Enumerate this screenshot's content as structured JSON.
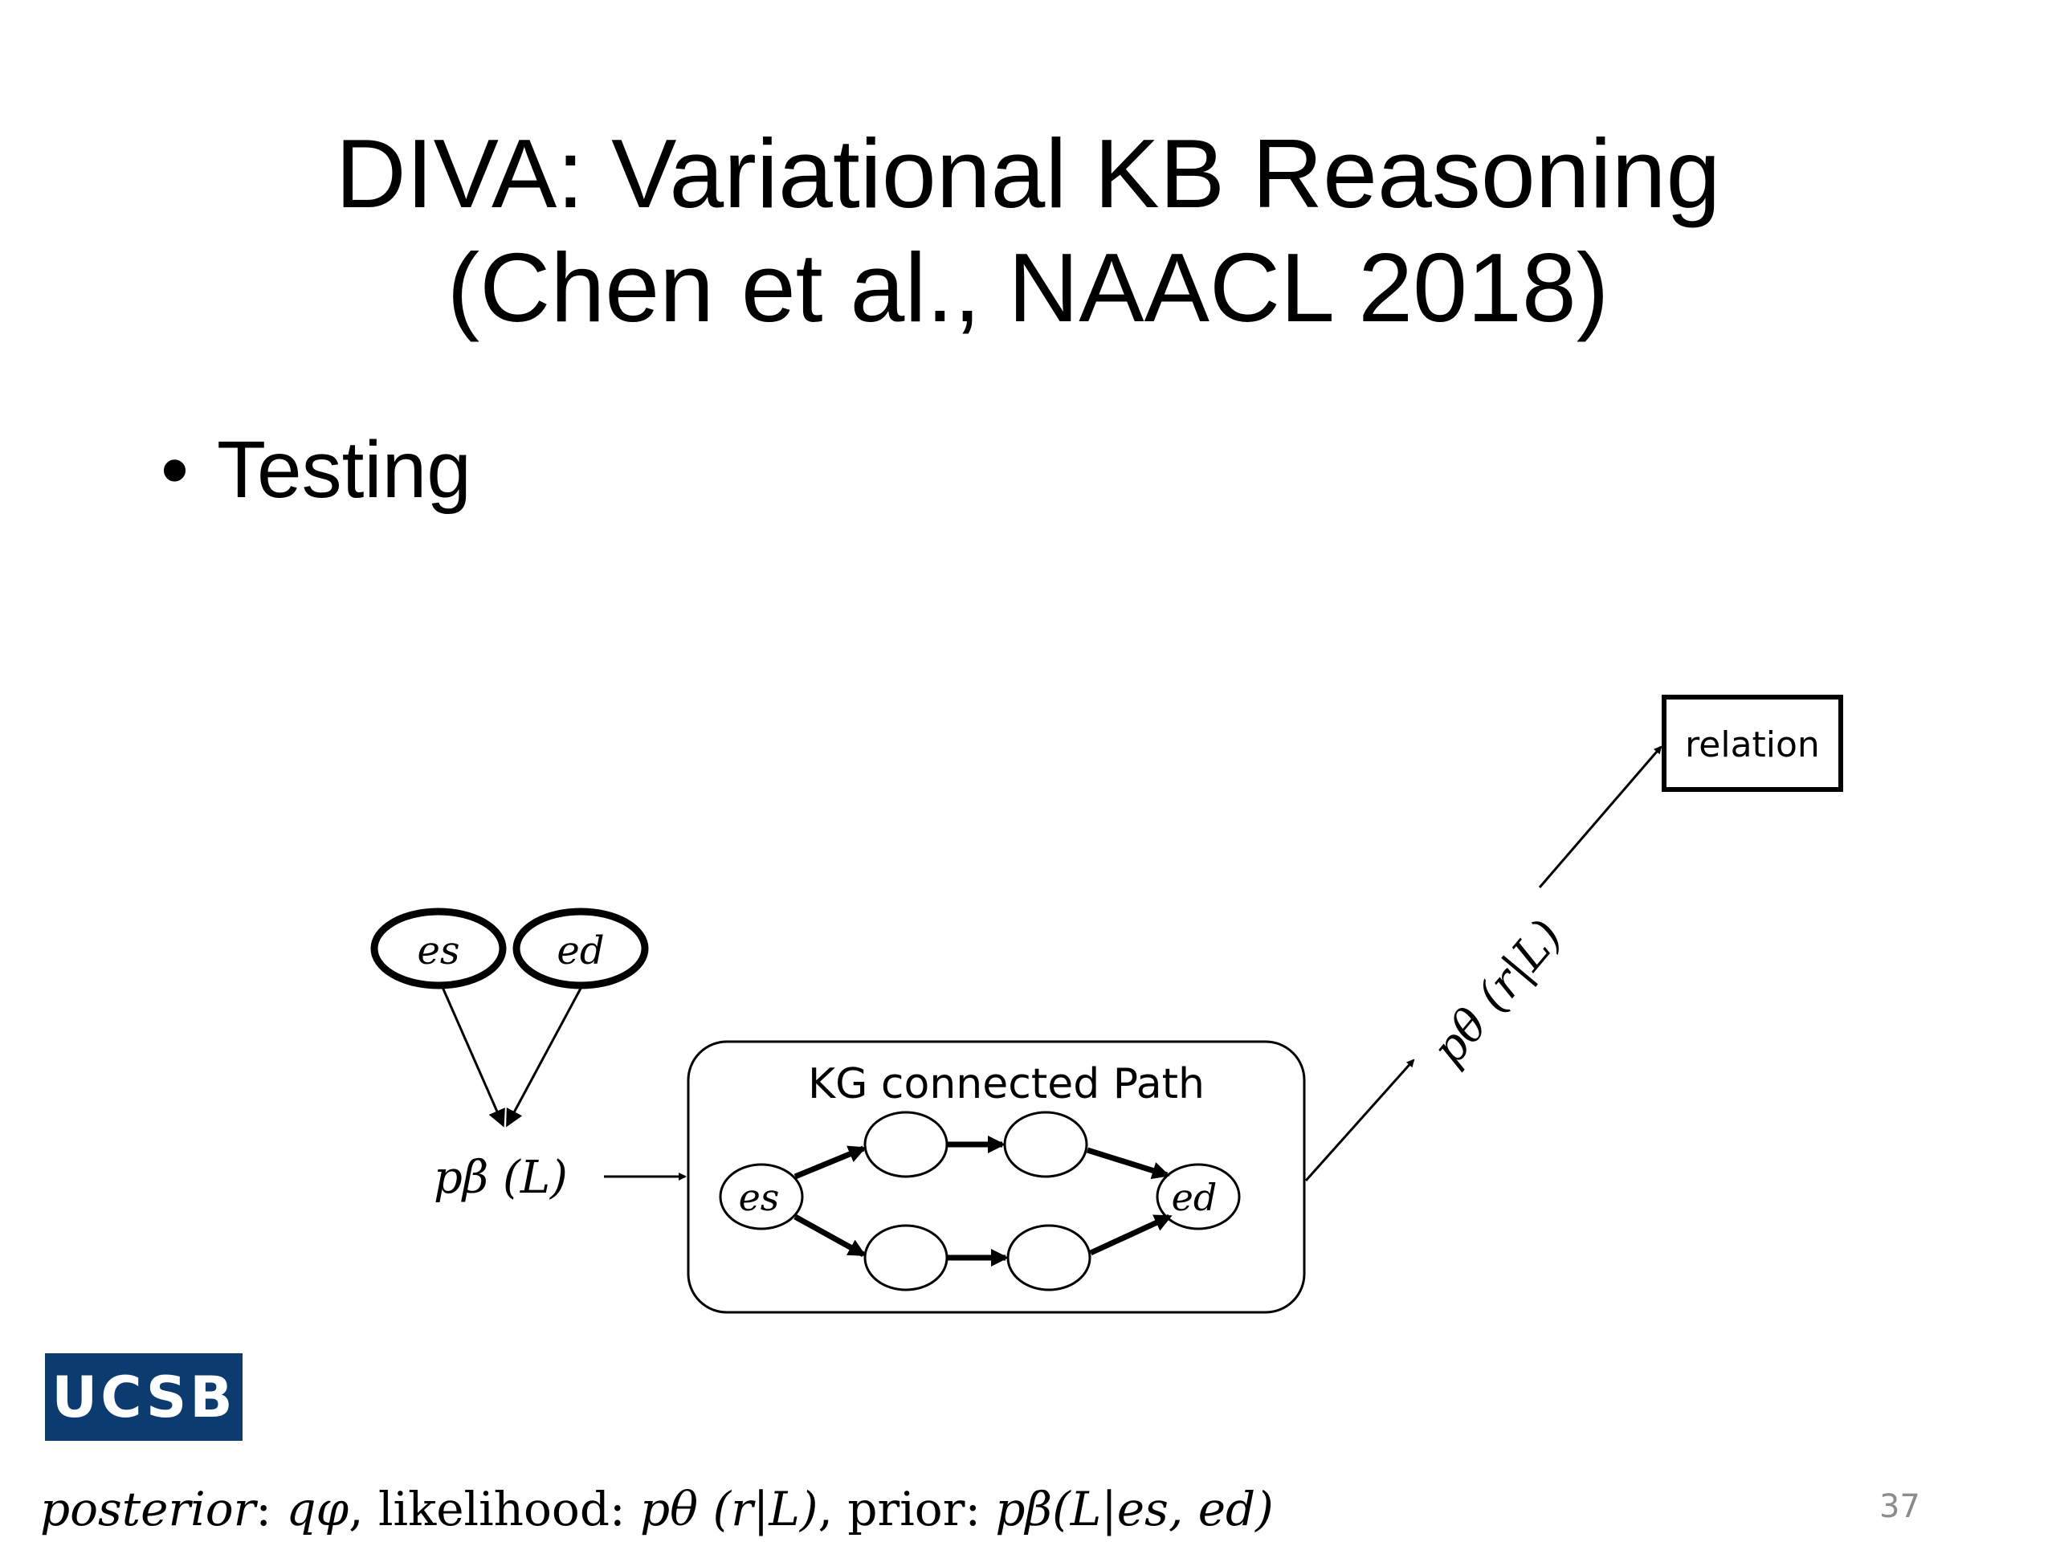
{
  "slide": {
    "title_line1": "DIVA: Variational KB Reasoning",
    "title_line2": "(Chen et al., NAACL 2018)",
    "bullet_symbol": "•",
    "bullet_text": "Testing",
    "page_number": "37"
  },
  "diagram": {
    "node_es_label": "es",
    "node_ed_label": "ed",
    "prior_label": "pβ (L)",
    "box_title": "KG connected Path",
    "path_es_label": "es",
    "path_ed_label": "ed",
    "likelihood_label": "pθ (r|L)",
    "output_box_label": "relation"
  },
  "logo": {
    "text": "UCSB"
  },
  "footer": {
    "posterior_word": "posterior",
    "posterior_symbol": "qφ",
    "likelihood_word": "likelihood",
    "likelihood_expr": "pθ (r|L)",
    "prior_word": "prior",
    "prior_expr": "pβ(L|es, ed)"
  }
}
